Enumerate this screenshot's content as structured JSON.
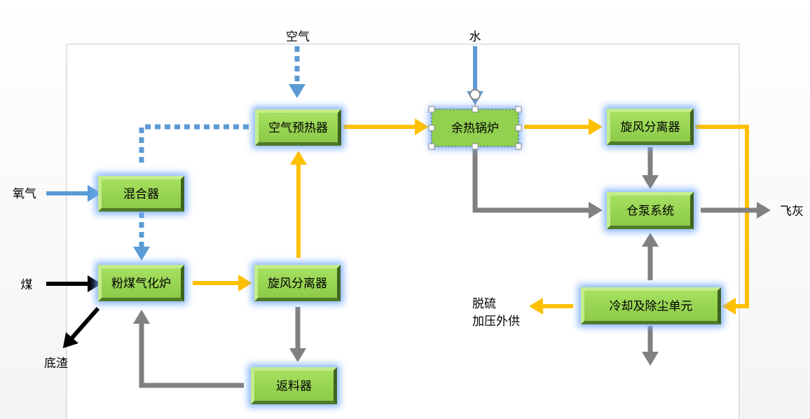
{
  "nodes": {
    "air_preheater": "空气预热器",
    "waste_heat_boiler": "余热锅炉",
    "cyclone_top": "旋风分离器",
    "mixer": "混合器",
    "silo_pump": "仓泵系统",
    "gasifier": "粉煤气化炉",
    "cyclone_mid": "旋风分离器",
    "cooling_dedust": "冷却及除尘单元",
    "return_feeder": "返料器"
  },
  "labels": {
    "air": "空气",
    "water": "水",
    "oxygen": "氧气",
    "coal": "煤",
    "bottom_slag": "底渣",
    "fly_ash": "飞灰",
    "desulf_line1": "脱硫",
    "desulf_line2": "加压外供"
  },
  "colors": {
    "yellow": "#FFC000",
    "gray": "#808080",
    "blue": "#5B9BD5",
    "box": "#92D050"
  }
}
